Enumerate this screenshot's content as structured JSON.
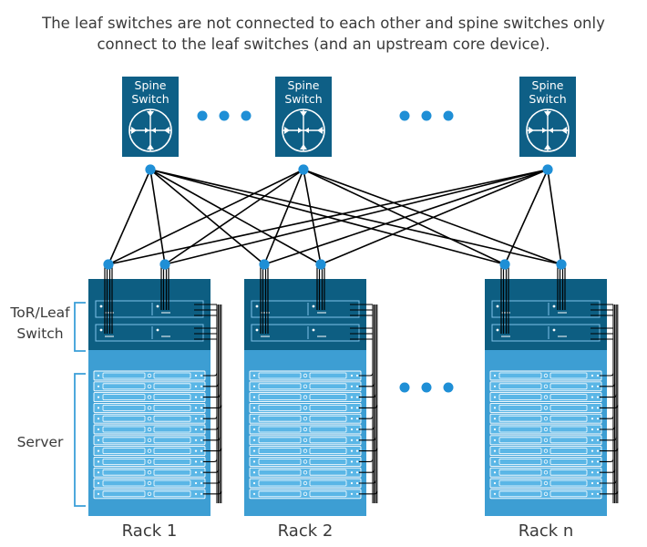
{
  "caption": "The leaf switches are not connected to each other and spine switches only connect to the leaf switches (and an upstream core device).",
  "spine_label_line1": "Spine",
  "spine_label_line2": "Switch",
  "side_labels": {
    "tor_line1": "ToR/Leaf",
    "tor_line2": "Switch",
    "server": "Server"
  },
  "racks": [
    {
      "label": "Rack 1"
    },
    {
      "label": "Rack 2"
    },
    {
      "label": "Rack n"
    }
  ],
  "colors": {
    "spine_fill": "#0e5f86",
    "tor_fill": "#0d5e82",
    "server_area": "#3d9ed3",
    "server_unit": "#5ab6e6",
    "node_dot": "#1f8fd6",
    "link": "#000000",
    "bracket": "#3a9fd8",
    "text": "#3a3a3a"
  },
  "icons": {
    "spine": "crossed-arrows-circle-icon",
    "ellipsis": "three-dots-ellipsis-icon",
    "server_unit": "rack-server-unit-icon"
  },
  "topology": {
    "spine_nodes": 3,
    "leaf_nodes_per_rack": 2,
    "servers_per_rack": 12,
    "full_mesh_spine_to_leaf": true
  }
}
